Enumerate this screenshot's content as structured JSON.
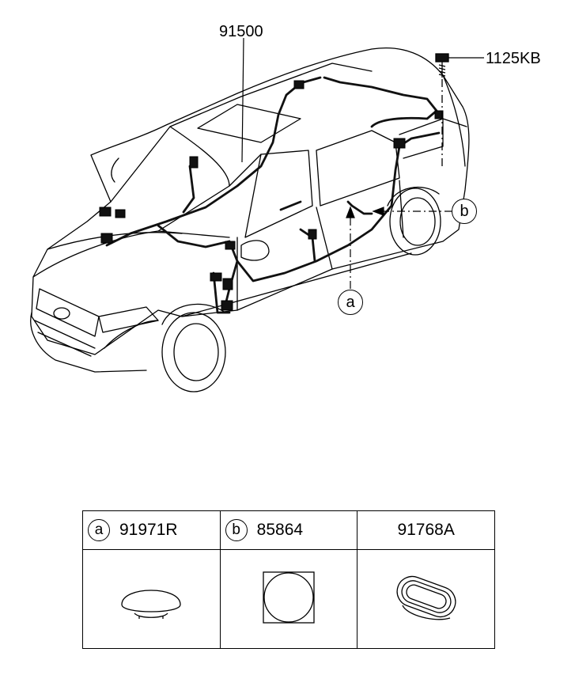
{
  "callouts": {
    "harness": "91500",
    "bolt": "1125KB",
    "ref_a": "a",
    "ref_b": "b"
  },
  "parts_table": {
    "columns": [
      {
        "ref": "a",
        "part_number": "91971R",
        "icon": "round-cap-plug-icon"
      },
      {
        "ref": "b",
        "part_number": "85864",
        "icon": "square-pad-icon"
      },
      {
        "ref": "",
        "part_number": "91768A",
        "icon": "oval-grommet-icon"
      }
    ]
  }
}
